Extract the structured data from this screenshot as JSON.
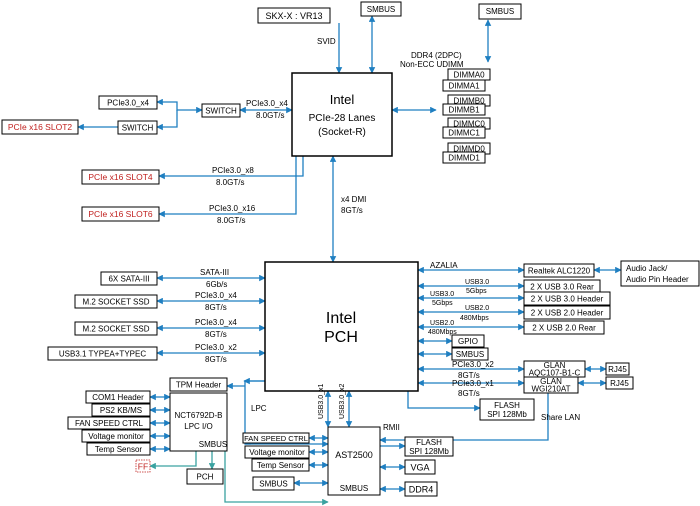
{
  "cpu": {
    "line1": "Intel",
    "line2": "PCIe-28 Lanes",
    "line3": "(Socket-R)"
  },
  "pch": {
    "line1": "Intel",
    "line2": "PCH"
  },
  "top": {
    "vr": "SKX-X : VR13",
    "svid": "SVID",
    "smbus1": "SMBUS",
    "smbus2": "SMBUS"
  },
  "ddr4": {
    "title1": "DDR4 (2DPC)",
    "title2": "Non-ECC UDIMM",
    "dimms": [
      "DIMMA0",
      "DIMMA1",
      "DIMMB0",
      "DIMMB1",
      "DIMMC0",
      "DIMMC1",
      "DIMMD0",
      "DIMMD1"
    ]
  },
  "pcie_left": {
    "x4_slot": "PCIe3.0_x4",
    "switch1": "SWITCH",
    "switch2": "SWITCH",
    "slot2": "PCIe x16 SLOT2",
    "bus_x4": "PCIe3.0_x4",
    "bus_x4_speed": "8.0GT/s",
    "slot4": "PCIe x16 SLOT4",
    "bus_x8": "PCIe3.0_x8",
    "bus_x8_speed": "8.0GT/s",
    "slot6": "PCIe x16 SLOT6",
    "bus_x16": "PCIe3.0_x16",
    "bus_x16_speed": "8.0GT/s"
  },
  "dmi": {
    "label": "x4 DMI",
    "speed": "8GT/s"
  },
  "pch_left": [
    {
      "box": "6X SATA-III",
      "bus": "SATA-III",
      "speed": "6Gb/s"
    },
    {
      "box": "M.2 SOCKET SSD",
      "bus": "PCIe3.0_x4",
      "speed": "8GT/s"
    },
    {
      "box": "M.2 SOCKET SSD",
      "bus": "PCIe3.0_x4",
      "speed": "8GT/s"
    },
    {
      "box": "USB3.1  TYPEA+TYPEC",
      "bus": "PCIe3.0_x2",
      "speed": "8GT/s"
    }
  ],
  "pch_right": {
    "azalia": "AZALIA",
    "realtek": "Realtek ALC1220",
    "audio1": "Audio Jack/",
    "audio2": "Audio Pin Header",
    "usb30a_bus": "USB3.0",
    "usb30a_speed": "5Gbps",
    "usb30a_box": "2 X USB 3.0 Rear",
    "usb30b_bus": "USB3.0",
    "usb30b_speed": "5Gbps",
    "usb30b_box": "2 X USB 3.0 Header",
    "usb20a_bus": "USB2.0",
    "usb20a_speed": "480Mbps",
    "usb20a_box": "2 X USB 2.0 Header",
    "usb20b_bus": "USB2.0",
    "usb20b_speed": "480Mbps",
    "usb20b_box": "2 X USB 2.0 Rear",
    "gpio": "GPIO",
    "smbus": "SMBUS",
    "glan1_bus": "PCIe3.0_x2",
    "glan1_speed": "8GT/s",
    "glan1_a": "GLAN",
    "glan1_b": "AQC107-B1-C",
    "rj45_1": "RJ45",
    "glan2_bus": "PCIe3.0_x1",
    "glan2_speed": "8GT/s",
    "glan2_a": "GLAN",
    "glan2_b": "WGI210AT",
    "rj45_2": "RJ45",
    "flash1_a": "FLASH",
    "flash1_b": "SPI 128Mb",
    "share_lan": "Share LAN"
  },
  "lower": {
    "tpm": "TPM Header",
    "lpc": "LPC",
    "sio_a": "NCT6792D-B",
    "sio_b": "LPC I/O",
    "sio_smbus": "SMBUS",
    "sio_items": [
      "COM1 Header",
      "PS2 KB/MS",
      "FAN SPEED CTRL",
      "Voltage monitor",
      "Temp Sensor"
    ],
    "post": "FF",
    "pch_box": "PCH",
    "usb_x1": "USB3.0_x1",
    "usb_x2": "USB3.0_x2",
    "bmc_items": [
      "FAN SPEED CTRL",
      "Voltage monitor",
      "Temp Sensor"
    ],
    "bmc": "AST2500",
    "bmc_smbus": "SMBUS",
    "smbus_left": "SMBUS",
    "rmii": "RMII",
    "flash2_a": "FLASH",
    "flash2_b": "SPI 128Mb",
    "vga": "VGA",
    "ddr4": "DDR4"
  },
  "colors": {
    "link": "#1f7fc1",
    "aux": "#3aa2a0",
    "slot": "#c0201e"
  }
}
